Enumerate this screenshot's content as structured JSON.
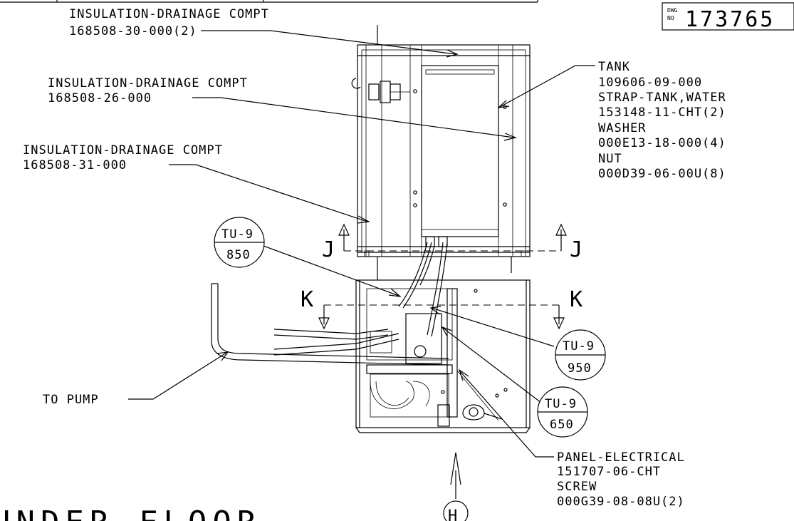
{
  "drawing_number": {
    "prefix_top": "DWG",
    "prefix_bottom": "NO",
    "value": "173765"
  },
  "callouts": {
    "insulation_top": {
      "title": "INSULATION-DRAINAGE COMPT",
      "part": "168508-30-000(2)"
    },
    "insulation_mid": {
      "title": "INSULATION-DRAINAGE COMPT",
      "part": "168508-26-000"
    },
    "insulation_low": {
      "title": "INSULATION-DRAINAGE COMPT",
      "part": "168508-31-000"
    },
    "tank": [
      "TANK",
      "109606-09-000",
      "STRAP-TANK,WATER",
      "153148-11-CHT(2)",
      "WASHER",
      "000E13-18-000(4)",
      "NUT",
      "000D39-06-00U(8)"
    ],
    "panel": [
      "PANEL-ELECTRICAL",
      "151707-06-CHT",
      "SCREW",
      "000G39-08-08U(2)"
    ],
    "to_pump": "TO PUMP"
  },
  "bubbles": [
    {
      "top": "TU-9",
      "bottom": "850"
    },
    {
      "top": "TU-9",
      "bottom": "950"
    },
    {
      "top": "TU-9",
      "bottom": "650"
    }
  ],
  "section_markers": {
    "j_left": "J",
    "j_right": "J",
    "k_left": "K",
    "k_right": "K",
    "view": "H"
  },
  "view_title": "UNDER FLOOR"
}
